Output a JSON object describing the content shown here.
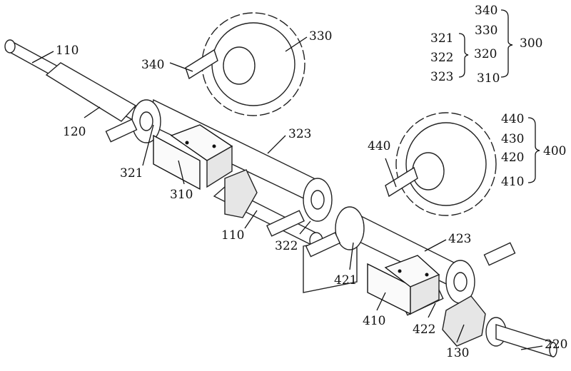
{
  "labels": {
    "shaft_110_top": "110",
    "sleeve_120": "120",
    "part_340": "340",
    "wheel_330": "330",
    "pulley_321": "321",
    "block_310": "310",
    "belt_323": "323",
    "part_440": "440",
    "shaft_110_mid": "110",
    "pulley_322": "322",
    "belt_423": "423",
    "pulley_421": "421",
    "block_410": "410",
    "pulley_422": "422",
    "nut_130": "130",
    "shaft_220": "220"
  },
  "legend_300": {
    "items": [
      "340",
      "330",
      "320",
      "310"
    ],
    "sub_items": [
      "321",
      "322",
      "323"
    ],
    "group": "300"
  },
  "legend_400": {
    "items": [
      "440",
      "430",
      "420",
      "410"
    ],
    "group": "400"
  }
}
